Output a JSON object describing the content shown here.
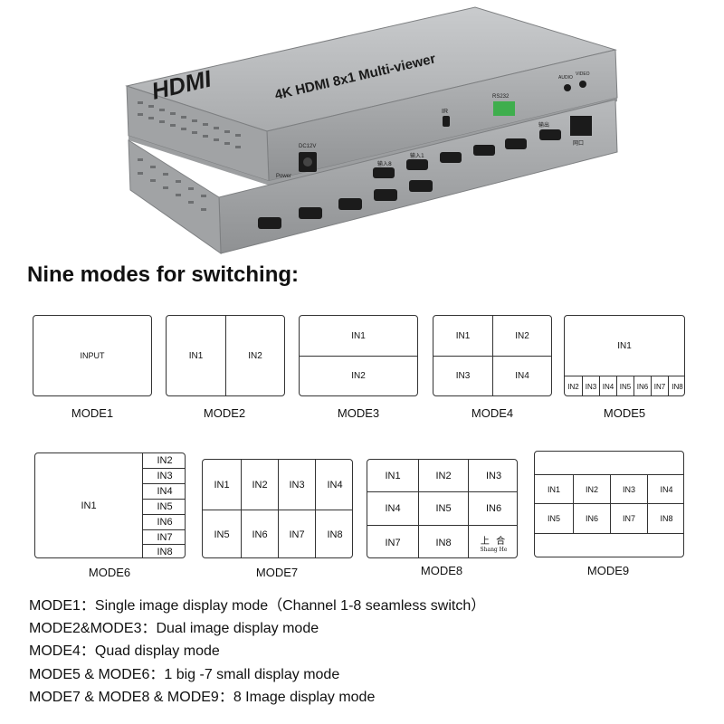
{
  "device": {
    "logo_text": "HDMI",
    "model_text": "4K HDMI 8x1 Multi-viewer",
    "ports": {
      "power": "Power",
      "dc": "DC12V",
      "ir": "IR",
      "rs232": "RS232",
      "audio": "AUDIO",
      "video": "VIDEO",
      "output": "输出",
      "inputs_range_start": "输入8",
      "inputs_range_end": "输入1",
      "lan": "网口"
    },
    "colors": {
      "body": "#b4b6b8",
      "body_dark": "#8e9092",
      "port": "#1b1b1b",
      "terminal": "#3fae4d"
    }
  },
  "heading": "Nine modes for switching:",
  "modes": {
    "mode1": {
      "label": "MODE1",
      "cells": [
        "INPUT"
      ]
    },
    "mode2": {
      "label": "MODE2",
      "cells": [
        "IN1",
        "IN2"
      ]
    },
    "mode3": {
      "label": "MODE3",
      "cells": [
        "IN1",
        "IN2"
      ]
    },
    "mode4": {
      "label": "MODE4",
      "cells": [
        "IN1",
        "IN2",
        "IN3",
        "IN4"
      ]
    },
    "mode5": {
      "label": "MODE5",
      "cells": [
        "IN1",
        "IN2",
        "IN3",
        "IN4",
        "IN5",
        "IN6",
        "IN7",
        "IN8"
      ]
    },
    "mode6": {
      "label": "MODE6",
      "cells": [
        "IN1",
        "IN2",
        "IN3",
        "IN4",
        "IN5",
        "IN6",
        "IN7",
        "IN8"
      ]
    },
    "mode7": {
      "label": "MODE7",
      "cells": [
        "IN1",
        "IN2",
        "IN3",
        "IN4",
        "IN5",
        "IN6",
        "IN7",
        "IN8"
      ]
    },
    "mode8": {
      "label": "MODE8",
      "cells": [
        "IN1",
        "IN2",
        "IN3",
        "IN4",
        "IN5",
        "IN6",
        "IN7",
        "IN8"
      ],
      "mark_cn": "上 合",
      "mark_py": "Shang He"
    },
    "mode9": {
      "label": "MODE9",
      "cells": [
        "IN1",
        "IN2",
        "IN3",
        "IN4",
        "IN5",
        "IN6",
        "IN7",
        "IN8"
      ]
    }
  },
  "descriptions": [
    "MODE1：Single image display mode（Channel 1-8 seamless switch）",
    "MODE2&MODE3：Dual image display mode",
    "MODE4：Quad display mode",
    "MODE5 & MODE6：1 big -7 small display mode",
    "MODE7 & MODE8 & MODE9：8 Image display mode"
  ]
}
